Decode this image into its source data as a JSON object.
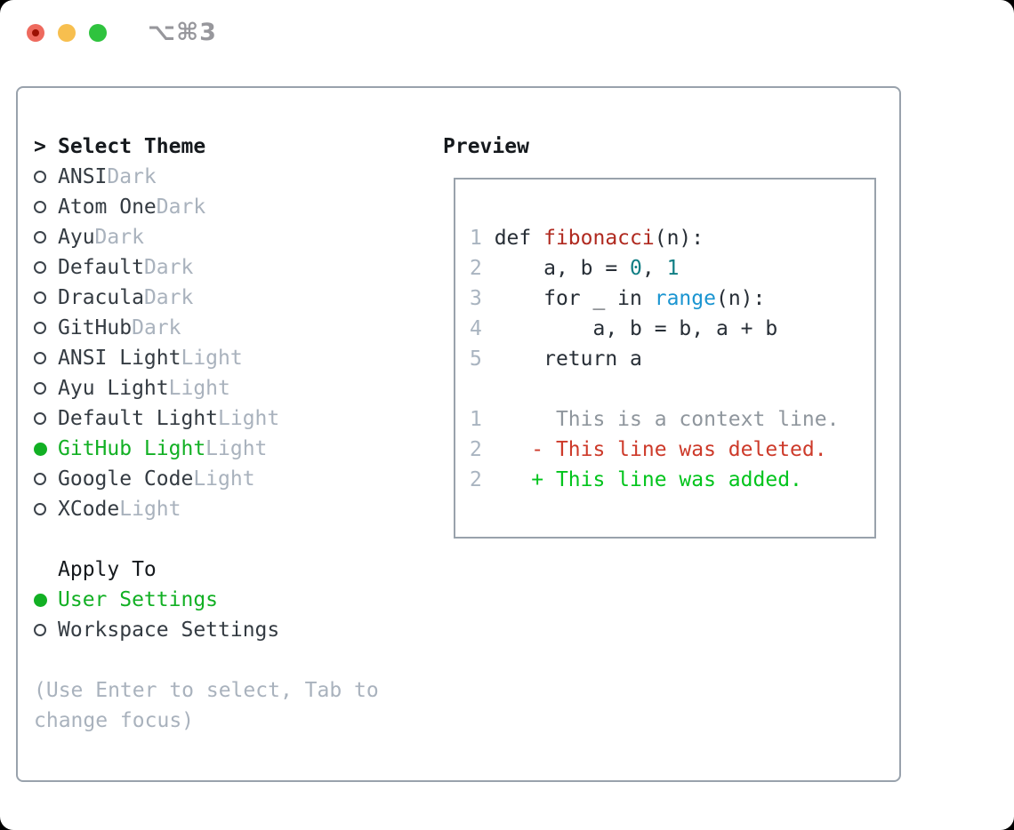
{
  "window": {
    "title": "⌥⌘3",
    "traffic_lights": [
      "close",
      "minimize",
      "zoom"
    ]
  },
  "colors": {
    "accent_green": "#12b024",
    "added_green": "#02c41c",
    "deleted_red": "#cd3a2a",
    "function_red": "#b02a20",
    "builtin_blue": "#1b95d1",
    "number_teal": "#0f7e84",
    "muted": "#a9b2bd",
    "line_number": "#a9b4c0",
    "context_gray": "#8f969d",
    "text_dark": "#15191d",
    "item_text": "#343b42",
    "code_text": "#272e36",
    "border": "#99a2ac",
    "radio_outline": "#3c434b",
    "title_gray": "#97979c",
    "tl_red": "#ee6a5e",
    "tl_red_dot": "#9c1103",
    "tl_yellow": "#f7bf4f",
    "tl_green": "#2fc33e"
  },
  "theme_panel": {
    "prompt": ">",
    "header": "Select Theme",
    "themes": [
      {
        "name": "ANSI",
        "variant": "Dark",
        "selected": false
      },
      {
        "name": "Atom One",
        "variant": "Dark",
        "selected": false
      },
      {
        "name": "Ayu",
        "variant": "Dark",
        "selected": false
      },
      {
        "name": "Default",
        "variant": "Dark",
        "selected": false
      },
      {
        "name": "Dracula",
        "variant": "Dark",
        "selected": false
      },
      {
        "name": "GitHub",
        "variant": "Dark",
        "selected": false
      },
      {
        "name": "ANSI Light",
        "variant": "Light",
        "selected": false
      },
      {
        "name": "Ayu Light",
        "variant": "Light",
        "selected": false
      },
      {
        "name": "Default Light",
        "variant": "Light",
        "selected": false
      },
      {
        "name": "GitHub Light",
        "variant": "Light",
        "selected": true
      },
      {
        "name": "Google Code",
        "variant": "Light",
        "selected": false
      },
      {
        "name": "XCode",
        "variant": "Light",
        "selected": false
      }
    ],
    "apply_to": {
      "header": "Apply To",
      "options": [
        {
          "label": "User Settings",
          "selected": true
        },
        {
          "label": "Workspace Settings",
          "selected": false
        }
      ]
    },
    "help_lines": [
      "(Use Enter to select, Tab to",
      "change focus)"
    ]
  },
  "preview": {
    "header": "Preview",
    "lines": [
      [
        {
          "t": "1 ",
          "c": "ln"
        },
        {
          "t": "def ",
          "c": "tx"
        },
        {
          "t": "fibonacci",
          "c": "fn"
        },
        {
          "t": "(n):",
          "c": "tx"
        }
      ],
      [
        {
          "t": "2 ",
          "c": "ln"
        },
        {
          "t": "    a, b = ",
          "c": "tx"
        },
        {
          "t": "0",
          "c": "num"
        },
        {
          "t": ", ",
          "c": "tx"
        },
        {
          "t": "1",
          "c": "num"
        }
      ],
      [
        {
          "t": "3 ",
          "c": "ln"
        },
        {
          "t": "    for _ in ",
          "c": "tx"
        },
        {
          "t": "range",
          "c": "bi"
        },
        {
          "t": "(n):",
          "c": "tx"
        }
      ],
      [
        {
          "t": "4 ",
          "c": "ln"
        },
        {
          "t": "        a, b = b, a + b",
          "c": "tx"
        }
      ],
      [
        {
          "t": "5 ",
          "c": "ln"
        },
        {
          "t": "    return a",
          "c": "tx"
        }
      ],
      [],
      [
        {
          "t": "1 ",
          "c": "ln"
        },
        {
          "t": "     This is a context line.",
          "c": "ctx"
        }
      ],
      [
        {
          "t": "2 ",
          "c": "ln"
        },
        {
          "t": "   - This line was deleted.",
          "c": "del"
        }
      ],
      [
        {
          "t": "2 ",
          "c": "ln"
        },
        {
          "t": "   + This line was added.",
          "c": "add"
        }
      ]
    ]
  }
}
